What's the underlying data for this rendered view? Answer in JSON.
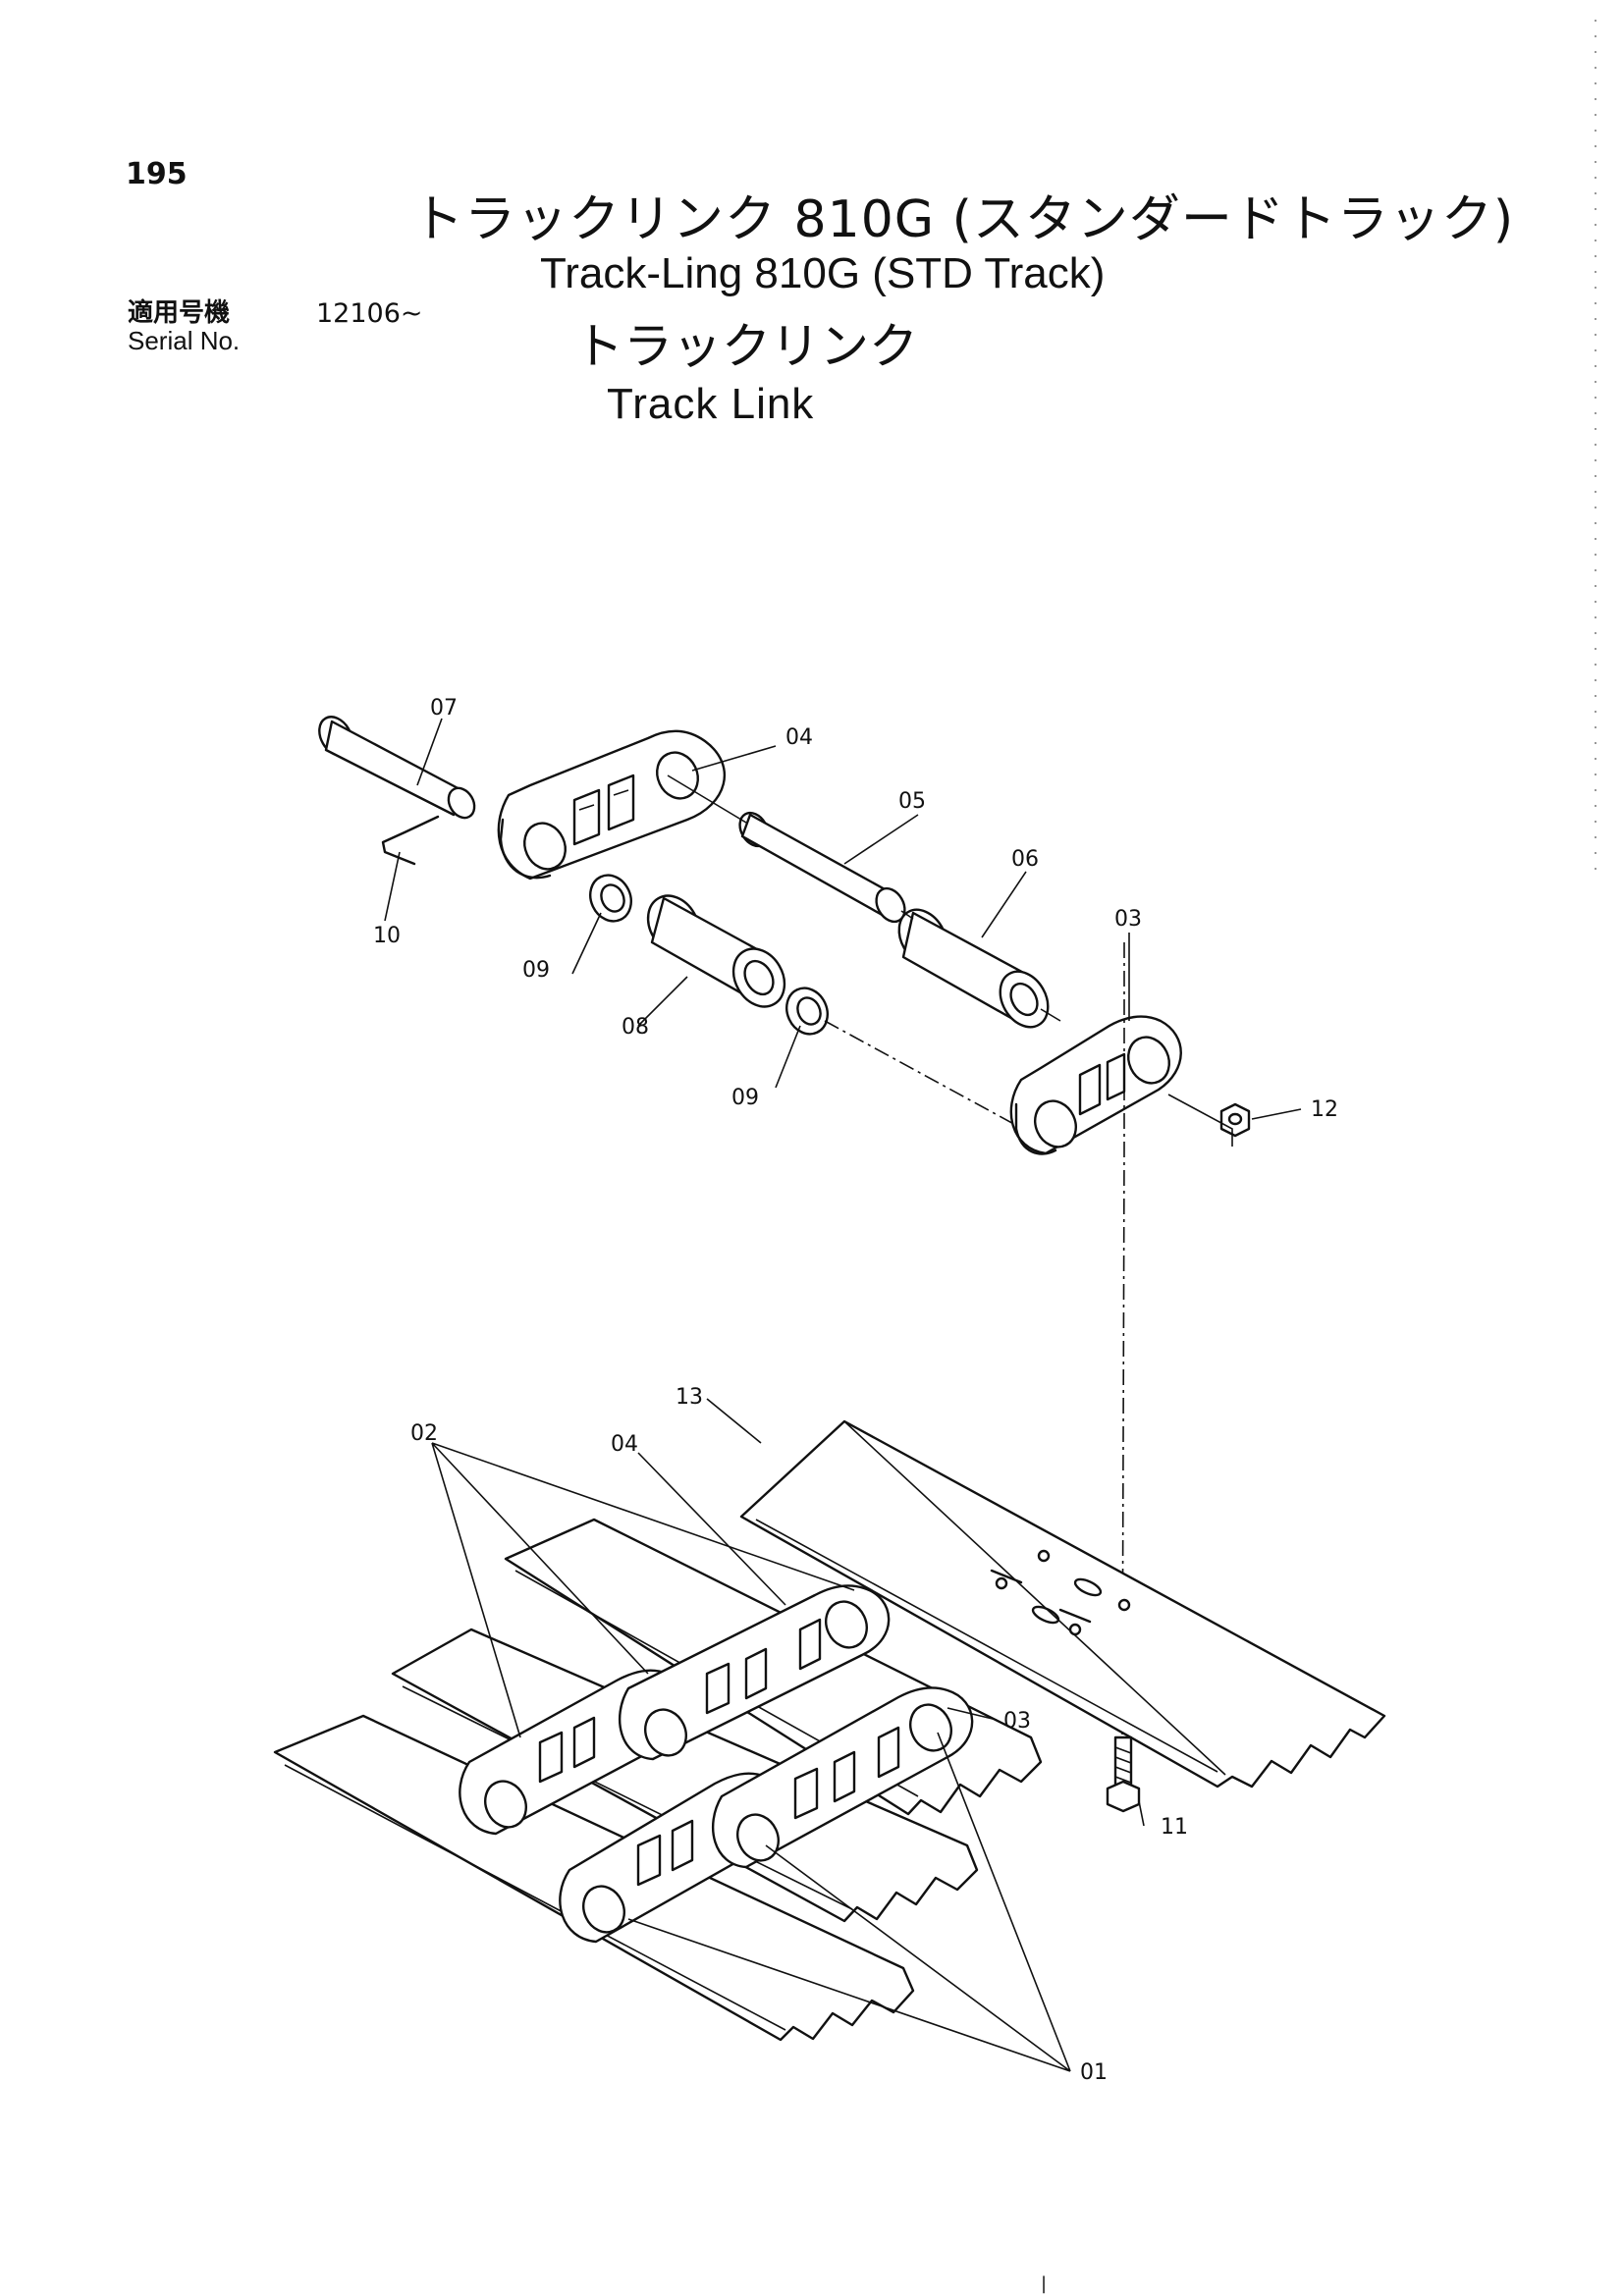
{
  "page_number": "195",
  "title_jp": "トラックリンク 810G (スタンダードトラック)",
  "title_en": "Track-Ling 810G (STD Track)",
  "serial": {
    "label_jp": "適用号機",
    "value": "12106~",
    "label_en": "Serial No."
  },
  "subtitle_jp": "トラックリンク",
  "subtitle_en": "Track Link",
  "callouts": {
    "c07": "07",
    "c04a": "04",
    "c05": "05",
    "c06": "06",
    "c03a": "03",
    "c10": "10",
    "c09a": "09",
    "c08": "08",
    "c09b": "09",
    "c12": "12",
    "c13": "13",
    "c02": "02",
    "c04b": "04",
    "c03b": "03",
    "c11": "11",
    "c01": "01"
  },
  "footer_mark": "|"
}
